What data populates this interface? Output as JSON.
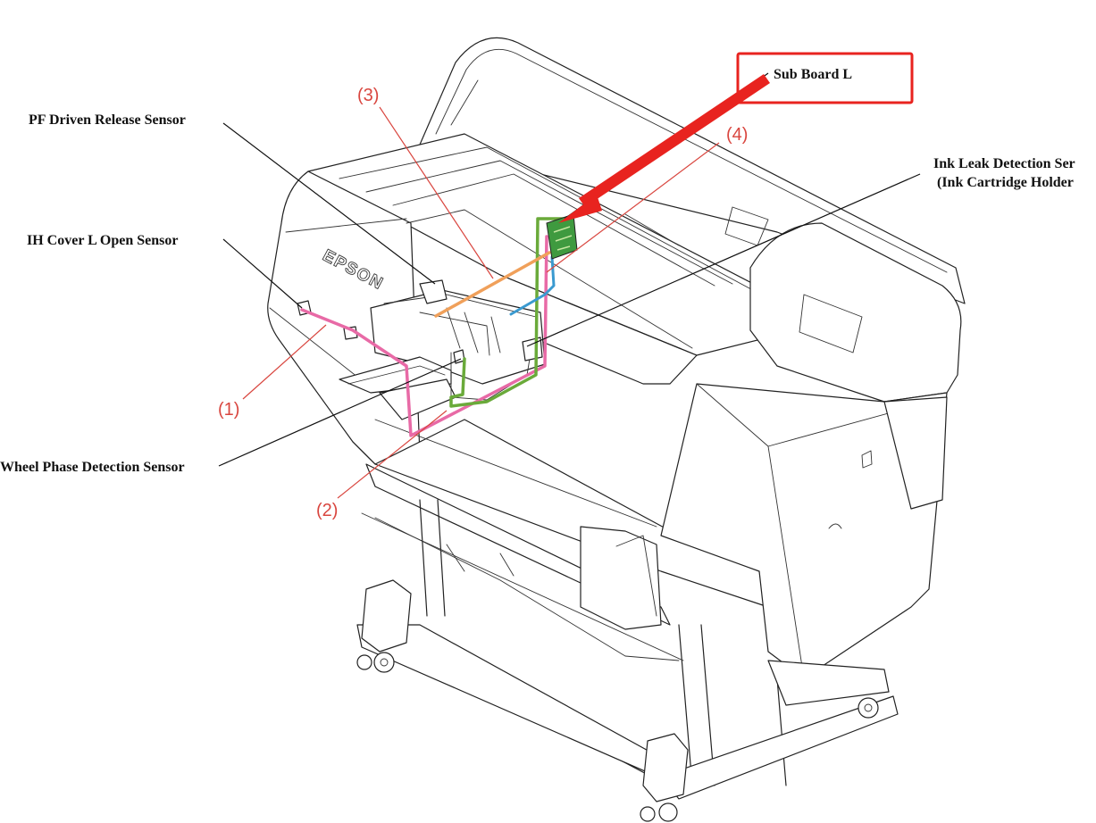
{
  "diagram": {
    "brand_mark": "EPSON",
    "callouts": {
      "sub_board_l": "Sub Board L",
      "pf_driven_release_sensor": "PF Driven Release Sensor",
      "ih_cover_l_open_sensor": "IH Cover L Open Sensor",
      "ink_leak_detection_line1": "Ink Leak Detection Ser",
      "ink_leak_detection_line2": "(Ink Cartridge Holder",
      "wheel_phase_detection_sensor": "Wheel Phase Detection Sensor"
    },
    "cable_numbers": {
      "n1": "(1)",
      "n2": "(2)",
      "n3": "(3)",
      "n4": "(4)"
    },
    "colors": {
      "highlight_box": "#e8231f",
      "arrow": "#e8231f",
      "cable_1_pink": "#e86aa6",
      "cable_2_green": "#6aaa3a",
      "cable_3_orange": "#f0a05a",
      "cable_4_blue": "#3a9ad0",
      "number_labels": "#d9463f",
      "board_green": "#3f9a3f"
    }
  }
}
